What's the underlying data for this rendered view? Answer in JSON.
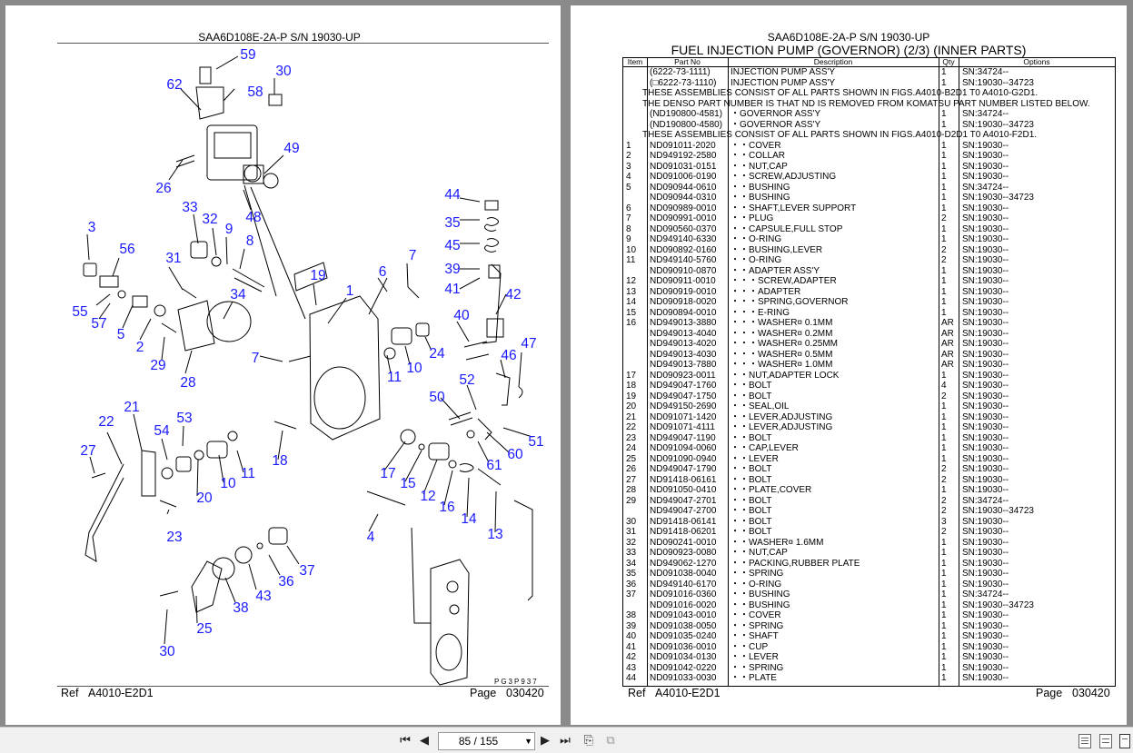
{
  "left_page": {
    "header": "SAA6D108E-2A-P S/N 19030-UP",
    "ref_label": "Ref",
    "ref_value": "A4010-E2D1",
    "page_label": "Page",
    "page_value": "030420",
    "stamp": "PG3P937",
    "callouts": [
      "59",
      "30",
      "62",
      "58",
      "49",
      "26",
      "48",
      "33",
      "32",
      "9",
      "8",
      "3",
      "56",
      "31",
      "7",
      "44",
      "35",
      "45",
      "39",
      "41",
      "19",
      "6",
      "1",
      "42",
      "34",
      "55",
      "57",
      "5",
      "2",
      "29",
      "28",
      "7",
      "40",
      "11",
      "10",
      "24",
      "46",
      "47",
      "52",
      "50",
      "21",
      "22",
      "53",
      "54",
      "27",
      "20",
      "10",
      "11",
      "18",
      "17",
      "15",
      "12",
      "16",
      "14",
      "51",
      "60",
      "61",
      "23",
      "13",
      "4",
      "37",
      "36",
      "43",
      "38",
      "25",
      "30"
    ]
  },
  "right_page": {
    "header": "SAA6D108E-2A-P S/N 19030-UP",
    "title": "FUEL INJECTION PUMP (GOVERNOR) (2/3) (INNER PARTS)",
    "columns": [
      "Item",
      "Part No",
      "Description",
      "Qty",
      "Options"
    ],
    "rows": [
      {
        "item": "",
        "part": "(6222-73-1111)",
        "desc": "INJECTION PUMP ASS'Y",
        "qty": "1",
        "opt": "SN:34724--"
      },
      {
        "item": "",
        "part": "(□6222-73-1110)",
        "desc": "INJECTION PUMP ASS'Y",
        "qty": "1",
        "opt": "SN:19030--34723"
      },
      {
        "note": "THESE ASSEMBLIES CONSIST OF ALL PARTS SHOWN IN FIGS.A4010-B2D1 T0 A4010-G2D1."
      },
      {
        "note": "THE DENSO PART NUMBER IS THAT ND IS REMOVED FROM KOMATSU PART NUMBER LISTED BELOW."
      },
      {
        "item": "",
        "part": "(ND190800-4581)",
        "desc": "・GOVERNOR ASS'Y",
        "qty": "1",
        "opt": "SN:34724--"
      },
      {
        "item": "",
        "part": "(ND190800-4580)",
        "desc": "・GOVERNOR ASS'Y",
        "qty": "1",
        "opt": "SN:19030--34723"
      },
      {
        "note": "THESE ASSEMBLIES CONSIST OF ALL PARTS SHOWN IN FIGS.A4010-D2D1 T0 A4010-F2D1."
      },
      {
        "item": "1",
        "part": "ND091011-2020",
        "desc": "・・COVER",
        "qty": "1",
        "opt": "SN:19030--"
      },
      {
        "item": "2",
        "part": "ND949192-2580",
        "desc": "・・COLLAR",
        "qty": "1",
        "opt": "SN:19030--"
      },
      {
        "item": "3",
        "part": "ND091031-0151",
        "desc": "・・NUT,CAP",
        "qty": "1",
        "opt": "SN:19030--"
      },
      {
        "item": "4",
        "part": "ND091006-0190",
        "desc": "・・SCREW,ADJUSTING",
        "qty": "1",
        "opt": "SN:19030--"
      },
      {
        "item": "5",
        "part": "ND090944-0610",
        "desc": "・・BUSHING",
        "qty": "1",
        "opt": "SN:34724--"
      },
      {
        "item": "",
        "part": "ND090944-0310",
        "desc": "・・BUSHING",
        "qty": "1",
        "opt": "SN:19030--34723"
      },
      {
        "item": "6",
        "part": "ND090989-0010",
        "desc": "・・SHAFT,LEVER SUPPORT",
        "qty": "1",
        "opt": "SN:19030--"
      },
      {
        "item": "7",
        "part": "ND090991-0010",
        "desc": "・・PLUG",
        "qty": "2",
        "opt": "SN:19030--"
      },
      {
        "item": "8",
        "part": "ND090560-0370",
        "desc": "・・CAPSULE,FULL STOP",
        "qty": "1",
        "opt": "SN:19030--"
      },
      {
        "item": "9",
        "part": "ND949140-6330",
        "desc": "・・O-RING",
        "qty": "1",
        "opt": "SN:19030--"
      },
      {
        "item": "10",
        "part": "ND090892-0160",
        "desc": "・・BUSHING,LEVER",
        "qty": "2",
        "opt": "SN:19030--"
      },
      {
        "item": "11",
        "part": "ND949140-5760",
        "desc": "・・O-RING",
        "qty": "2",
        "opt": "SN:19030--"
      },
      {
        "item": "",
        "part": "ND090910-0870",
        "desc": "・・ADAPTER ASS'Y",
        "qty": "1",
        "opt": "SN:19030--"
      },
      {
        "item": "12",
        "part": "ND090911-0010",
        "desc": "・・・SCREW,ADAPTER",
        "qty": "1",
        "opt": "SN:19030--"
      },
      {
        "item": "13",
        "part": "ND090919-0010",
        "desc": "・・・ADAPTER",
        "qty": "1",
        "opt": "SN:19030--"
      },
      {
        "item": "14",
        "part": "ND090918-0020",
        "desc": "・・・SPRING,GOVERNOR",
        "qty": "1",
        "opt": "SN:19030--"
      },
      {
        "item": "15",
        "part": "ND090894-0010",
        "desc": "・・・E-RING",
        "qty": "1",
        "opt": "SN:19030--"
      },
      {
        "item": "16",
        "part": "ND949013-3880",
        "desc": "・・・WASHER¤ 0.1MM",
        "qty": "AR",
        "opt": "SN:19030--"
      },
      {
        "item": "",
        "part": "ND949013-4040",
        "desc": "・・・WASHER¤ 0.2MM",
        "qty": "AR",
        "opt": "SN:19030--"
      },
      {
        "item": "",
        "part": "ND949013-4020",
        "desc": "・・・WASHER¤ 0.25MM",
        "qty": "AR",
        "opt": "SN:19030--"
      },
      {
        "item": "",
        "part": "ND949013-4030",
        "desc": "・・・WASHER¤ 0.5MM",
        "qty": "AR",
        "opt": "SN:19030--"
      },
      {
        "item": "",
        "part": "ND949013-7880",
        "desc": "・・・WASHER¤ 1.0MM",
        "qty": "AR",
        "opt": "SN:19030--"
      },
      {
        "item": "17",
        "part": "ND090923-0011",
        "desc": "・・NUT,ADAPTER LOCK",
        "qty": "1",
        "opt": "SN:19030--"
      },
      {
        "item": "18",
        "part": "ND949047-1760",
        "desc": "・・BOLT",
        "qty": "4",
        "opt": "SN:19030--"
      },
      {
        "item": "19",
        "part": "ND949047-1750",
        "desc": "・・BOLT",
        "qty": "2",
        "opt": "SN:19030--"
      },
      {
        "item": "20",
        "part": "ND949150-2690",
        "desc": "・・SEAL,OIL",
        "qty": "1",
        "opt": "SN:19030--"
      },
      {
        "item": "21",
        "part": "ND091071-1420",
        "desc": "・・LEVER,ADJUSTING",
        "qty": "1",
        "opt": "SN:19030--"
      },
      {
        "item": "22",
        "part": "ND091071-4111",
        "desc": "・・LEVER,ADJUSTING",
        "qty": "1",
        "opt": "SN:19030--"
      },
      {
        "item": "23",
        "part": "ND949047-1190",
        "desc": "・・BOLT",
        "qty": "1",
        "opt": "SN:19030--"
      },
      {
        "item": "24",
        "part": "ND091094-0060",
        "desc": "・・CAP,LEVER",
        "qty": "1",
        "opt": "SN:19030--"
      },
      {
        "item": "25",
        "part": "ND091090-0940",
        "desc": "・・LEVER",
        "qty": "1",
        "opt": "SN:19030--"
      },
      {
        "item": "26",
        "part": "ND949047-1790",
        "desc": "・・BOLT",
        "qty": "2",
        "opt": "SN:19030--"
      },
      {
        "item": "27",
        "part": "ND91418-06161",
        "desc": "・・BOLT",
        "qty": "2",
        "opt": "SN:19030--"
      },
      {
        "item": "28",
        "part": "ND091050-0410",
        "desc": "・・PLATE,COVER",
        "qty": "1",
        "opt": "SN:19030--"
      },
      {
        "item": "29",
        "part": "ND949047-2701",
        "desc": "・・BOLT",
        "qty": "2",
        "opt": "SN:34724--"
      },
      {
        "item": "",
        "part": "ND949047-2700",
        "desc": "・・BOLT",
        "qty": "2",
        "opt": "SN:19030--34723"
      },
      {
        "item": "30",
        "part": "ND91418-06141",
        "desc": "・・BOLT",
        "qty": "3",
        "opt": "SN:19030--"
      },
      {
        "item": "31",
        "part": "ND91418-06201",
        "desc": "・・BOLT",
        "qty": "2",
        "opt": "SN:19030--"
      },
      {
        "item": "32",
        "part": "ND090241-0010",
        "desc": "・・WASHER¤ 1.6MM",
        "qty": "1",
        "opt": "SN:19030--"
      },
      {
        "item": "33",
        "part": "ND090923-0080",
        "desc": "・・NUT,CAP",
        "qty": "1",
        "opt": "SN:19030--"
      },
      {
        "item": "34",
        "part": "ND949062-1270",
        "desc": "・・PACKING,RUBBER PLATE",
        "qty": "1",
        "opt": "SN:19030--"
      },
      {
        "item": "35",
        "part": "ND091038-0040",
        "desc": "・・SPRING",
        "qty": "1",
        "opt": "SN:19030--"
      },
      {
        "item": "36",
        "part": "ND949140-6170",
        "desc": "・・O-RING",
        "qty": "1",
        "opt": "SN:19030--"
      },
      {
        "item": "37",
        "part": "ND091016-0360",
        "desc": "・・BUSHING",
        "qty": "1",
        "opt": "SN:34724--"
      },
      {
        "item": "",
        "part": "ND091016-0020",
        "desc": "・・BUSHING",
        "qty": "1",
        "opt": "SN:19030--34723"
      },
      {
        "item": "38",
        "part": "ND091043-0010",
        "desc": "・・COVER",
        "qty": "1",
        "opt": "SN:19030--"
      },
      {
        "item": "39",
        "part": "ND091038-0050",
        "desc": "・・SPRING",
        "qty": "1",
        "opt": "SN:19030--"
      },
      {
        "item": "40",
        "part": "ND091035-0240",
        "desc": "・・SHAFT",
        "qty": "1",
        "opt": "SN:19030--"
      },
      {
        "item": "41",
        "part": "ND091036-0010",
        "desc": "・・CUP",
        "qty": "1",
        "opt": "SN:19030--"
      },
      {
        "item": "42",
        "part": "ND091034-0130",
        "desc": "・・LEVER",
        "qty": "1",
        "opt": "SN:19030--"
      },
      {
        "item": "43",
        "part": "ND091042-0220",
        "desc": "・・SPRING",
        "qty": "1",
        "opt": "SN:19030--"
      },
      {
        "item": "44",
        "part": "ND091033-0030",
        "desc": "・・PLATE",
        "qty": "1",
        "opt": "SN:19030--"
      }
    ],
    "ref_label": "Ref",
    "ref_value": "A4010-E2D1",
    "page_label": "Page",
    "page_value": "030420"
  },
  "toolbar": {
    "first_icon": "first-page-icon",
    "prev_icon": "prev-page-icon",
    "page_indicator": "85 / 155",
    "next_icon": "next-page-icon",
    "last_icon": "last-page-icon"
  },
  "colors": {
    "callout": "#1a1aff",
    "background": "#8a8a8a"
  }
}
